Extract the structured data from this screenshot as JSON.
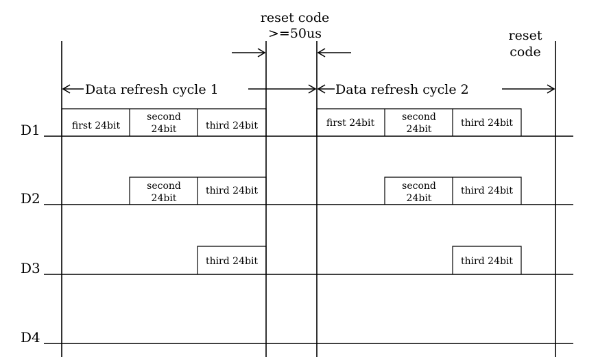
{
  "reset_top": {
    "line1": "reset code",
    "line2": ">=50us"
  },
  "reset_right": {
    "line1": "reset",
    "line2": "code"
  },
  "cycles": [
    {
      "label": "Data refresh cycle 1"
    },
    {
      "label": "Data refresh cycle 2"
    }
  ],
  "rows": [
    {
      "name": "D1"
    },
    {
      "name": "D2"
    },
    {
      "name": "D3"
    },
    {
      "name": "D4"
    }
  ],
  "bits": {
    "first": "first 24bit",
    "second_line1": "second",
    "second_line2": "24bit",
    "third": "third 24bit"
  }
}
